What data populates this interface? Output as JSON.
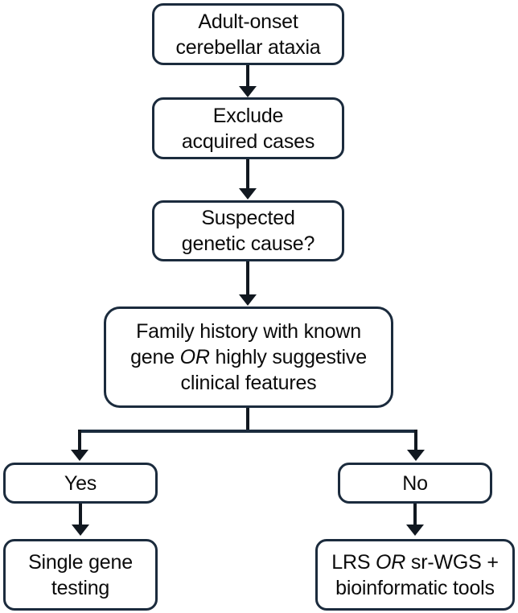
{
  "diagram": {
    "title": "Adult-onset cerebellar ataxia diagnostic flowchart",
    "colors": {
      "box_border": "#1b2b3d",
      "box_fill": "#ffffff",
      "connector": "#111820",
      "text": "#0b0b0b",
      "background": "#ffffff"
    },
    "nodes": {
      "start": {
        "label": "Adult-onset cerebellar ataxia",
        "line1": "Adult-onset",
        "line2": "cerebellar ataxia"
      },
      "exclude": {
        "label": "Exclude acquired cases",
        "line1": "Exclude",
        "line2": "acquired cases"
      },
      "suspect": {
        "label": "Suspected genetic cause?",
        "line1": "Suspected",
        "line2": "genetic cause?"
      },
      "family": {
        "label": "Family history  with known gene OR highly suggestive clinical features",
        "line1_a": "Family history  with known",
        "line2_a": "gene ",
        "line2_em": "OR",
        "line2_b": " highly suggestive",
        "line3": "clinical features"
      },
      "yes": {
        "label": "Yes"
      },
      "no": {
        "label": "No"
      },
      "single_gene": {
        "label": "Single gene testing",
        "line1": "Single gene",
        "line2": "testing"
      },
      "lrs": {
        "label": "LRS OR sr-WGS + bioinformatic tools",
        "line1_a": "LRS ",
        "line1_em": "OR",
        "line1_b": " sr-WGS +",
        "line2": "bioinformatic tools"
      }
    },
    "edges": [
      {
        "from": "start",
        "to": "exclude",
        "label": ""
      },
      {
        "from": "exclude",
        "to": "suspect",
        "label": ""
      },
      {
        "from": "suspect",
        "to": "family",
        "label": ""
      },
      {
        "from": "family",
        "to": "yes",
        "label": ""
      },
      {
        "from": "family",
        "to": "no",
        "label": ""
      },
      {
        "from": "yes",
        "to": "single_gene",
        "label": ""
      },
      {
        "from": "no",
        "to": "lrs",
        "label": ""
      }
    ]
  }
}
